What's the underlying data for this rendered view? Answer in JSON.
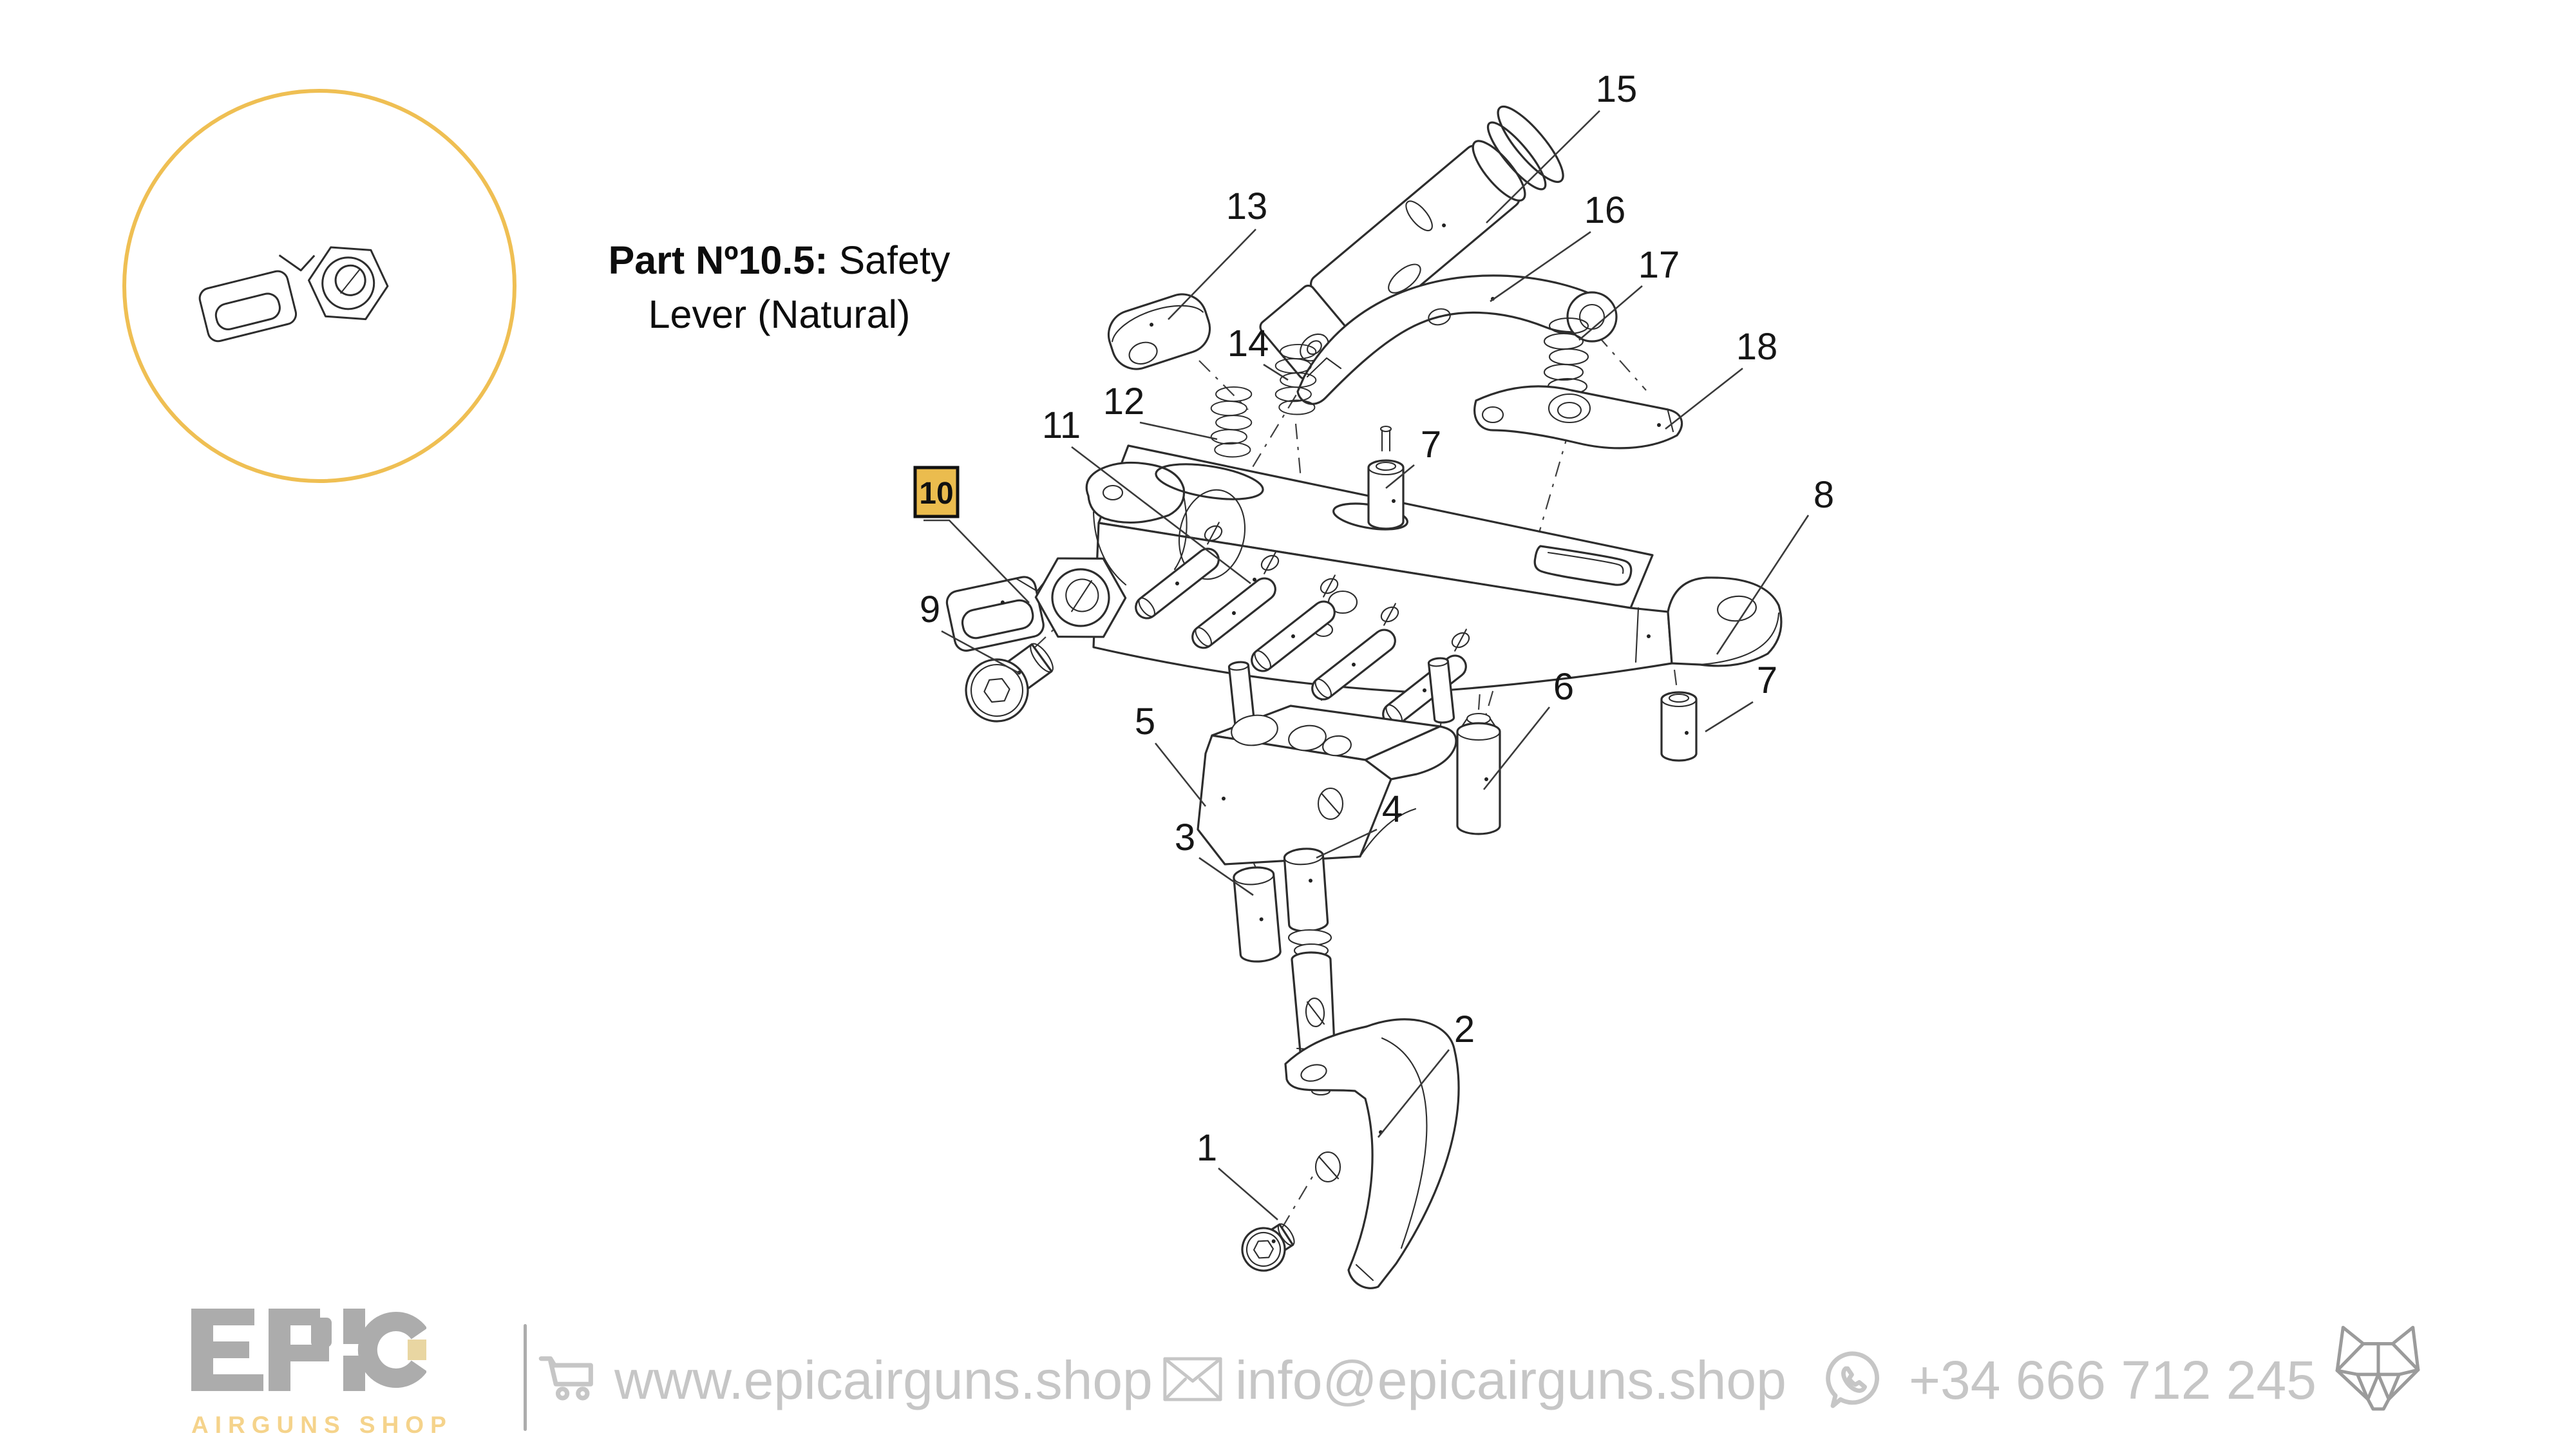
{
  "title": {
    "bold": "Part Nº10.5:",
    "line1_rest": "Safety",
    "line2": "Lever (Natural)"
  },
  "diagram": {
    "highlight": "10",
    "callouts": {
      "n1": "1",
      "n2": "2",
      "n3": "3",
      "n4": "4",
      "n5": "5",
      "n6": "6",
      "n7": "7",
      "n8": "8",
      "n9": "9",
      "n11": "11",
      "n12": "12",
      "n13": "13",
      "n14": "14",
      "n15": "15",
      "n16": "16",
      "n17": "17",
      "n18": "18"
    }
  },
  "footer": {
    "brand_name": "EPIC",
    "tagline": "AIRGUNS SHOP",
    "website": "www.epicairguns.shop",
    "email": "info@epicairguns.shop",
    "phone": "+34 666 712 245"
  },
  "icons": {
    "cart": "shopping-cart",
    "envelope": "email-envelope",
    "whatsapp": "whatsapp-phone",
    "wolf": "geometric-wolf-head"
  },
  "colors": {
    "accent": "#EBBC4E",
    "ring": "#EFBF53",
    "ink": "#2D2D2D",
    "logo-gray": "#ACACAC",
    "logo-tan": "#E9D6A2",
    "tagline": "#F5D38B",
    "contact": "#C6C6C6",
    "wolf": "#9B9B9B"
  }
}
